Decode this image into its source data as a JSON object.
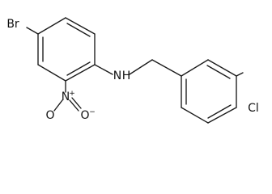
{
  "molecule": {
    "atoms": {
      "bromine": "Br",
      "amine_n": "N",
      "amine_h": "H",
      "nitro_n": "N",
      "nitro_plus": "+",
      "nitro_o_left": "O",
      "nitro_o_right": "O",
      "nitro_o_minus": "−",
      "chlorine": "Cl"
    }
  }
}
